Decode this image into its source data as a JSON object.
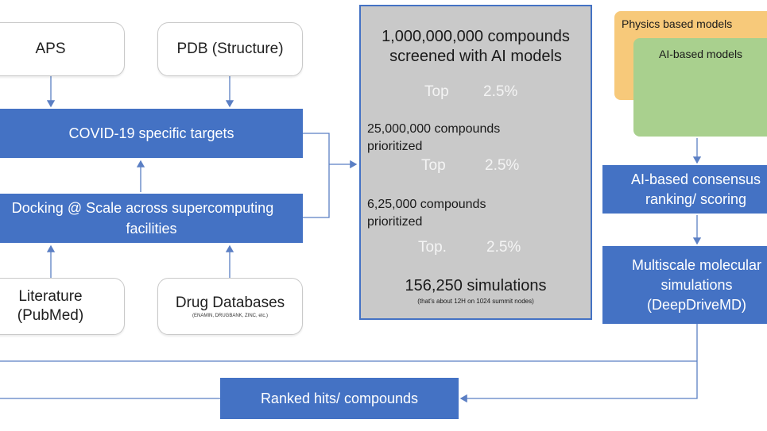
{
  "sources": {
    "aps": "APS",
    "pdb": "PDB (Structure)",
    "literature_line1": "Literature",
    "literature_line2": "(PubMed)",
    "drug_db": "Drug Databases",
    "drug_db_sub": "(ENAMIN, DRUGBANK, ZINC, etc.)"
  },
  "process": {
    "targets": "COVID-19 specific targets",
    "docking_line1": "Docking @ Scale across supercomputing",
    "docking_line2": "facilities",
    "ranked": "Ranked hits/ compounds"
  },
  "funnel": {
    "stage1_line1": "1,000,000,000 compounds",
    "stage1_line2": "screened with AI models",
    "top1_label": "Top",
    "top1_pct": "2.5%",
    "stage2_line1": "25,000,000 compounds",
    "stage2_line2": "prioritized",
    "top2_label": "Top",
    "top2_pct": "2.5%",
    "stage3_line1": "6,25,000 compounds",
    "stage3_line2": "prioritized",
    "top3_label": "Top.",
    "top3_pct": "2.5%",
    "stage4": "156,250 simulations",
    "stage4_note": "(that's about 12H on 1024 summit nodes)"
  },
  "models": {
    "physics": "Physics based models",
    "ai": "AI-based models",
    "consensus_line1": "AI-based consensus",
    "consensus_line2": "ranking/ scoring",
    "multiscale_line1": "Multiscale molecular",
    "multiscale_line2": "simulations",
    "multiscale_line3": "(DeepDriveMD)"
  },
  "colors": {
    "blue": "#4472c4",
    "panel_gray": "#c9c9c9",
    "physics_orange": "#f7c97a",
    "ai_green": "#a9d08e"
  }
}
